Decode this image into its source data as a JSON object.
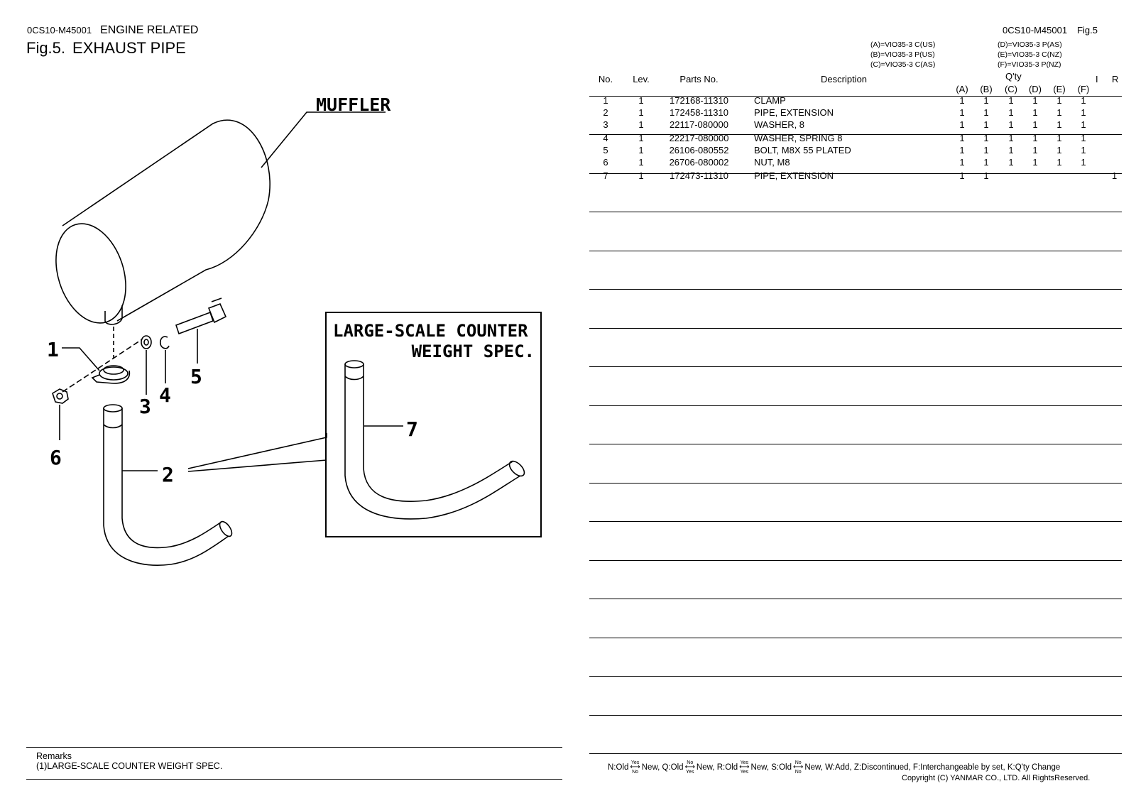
{
  "header": {
    "doc_code": "0CS10-M45001",
    "category": "ENGINE RELATED",
    "fig_no": "Fig.5.",
    "fig_title": "EXHAUST PIPE",
    "right_code": "0CS10-M45001",
    "right_fig": "Fig.5"
  },
  "models": {
    "left": [
      "(A)=VIO35-3 C(US)",
      "(B)=VIO35-3 P(US)",
      "(C)=VIO35-3 C(AS)"
    ],
    "right": [
      "(D)=VIO35-3 P(AS)",
      "(E)=VIO35-3 C(NZ)",
      "(F)=VIO35-3 P(NZ)"
    ]
  },
  "table": {
    "headers": {
      "no": "No.",
      "lev": "Lev.",
      "parts_no": "Parts No.",
      "description": "Description",
      "qty": "Q'ty",
      "qty_cols": [
        "(A)",
        "(B)",
        "(C)",
        "(D)",
        "(E)",
        "(F)"
      ],
      "i": "I",
      "r": "R"
    },
    "rows": [
      {
        "no": "1",
        "lev": "1",
        "parts_no": "172168-11310",
        "description": "CLAMP",
        "qty": [
          "1",
          "1",
          "1",
          "1",
          "1",
          "1"
        ],
        "i": "",
        "r": ""
      },
      {
        "no": "2",
        "lev": "1",
        "parts_no": "172458-11310",
        "description": "PIPE, EXTENSION",
        "qty": [
          "1",
          "1",
          "1",
          "1",
          "1",
          "1"
        ],
        "i": "",
        "r": ""
      },
      {
        "no": "3",
        "lev": "1",
        "parts_no": "22117-080000",
        "description": "WASHER,  8",
        "qty": [
          "1",
          "1",
          "1",
          "1",
          "1",
          "1"
        ],
        "i": "",
        "r": ""
      },
      {
        "no": "4",
        "lev": "1",
        "parts_no": "22217-080000",
        "description": "WASHER, SPRING  8",
        "qty": [
          "1",
          "1",
          "1",
          "1",
          "1",
          "1"
        ],
        "i": "",
        "r": ""
      },
      {
        "no": "5",
        "lev": "1",
        "parts_no": "26106-080552",
        "description": "BOLT, M8X 55 PLATED",
        "qty": [
          "1",
          "1",
          "1",
          "1",
          "1",
          "1"
        ],
        "i": "",
        "r": ""
      },
      {
        "no": "6",
        "lev": "1",
        "parts_no": "26706-080002",
        "description": "NUT, M8",
        "qty": [
          "1",
          "1",
          "1",
          "1",
          "1",
          "1"
        ],
        "i": "",
        "r": ""
      },
      {
        "no": "7",
        "lev": "1",
        "parts_no": "172473-11310",
        "description": "PIPE, EXTENSION",
        "qty": [
          "1",
          "1",
          "",
          "",
          "",
          ""
        ],
        "i": "",
        "r": "1"
      }
    ]
  },
  "diagram": {
    "muffler_label": "MUFFLER",
    "inset_title_1": "LARGE-SCALE COUNTER",
    "inset_title_2": "WEIGHT SPEC.",
    "callouts": [
      "1",
      "2",
      "3",
      "4",
      "5",
      "6",
      "7"
    ]
  },
  "remarks": {
    "label": "Remarks",
    "text": "(1)LARGE-SCALE COUNTER WEIGHT SPEC."
  },
  "legend_footer": {
    "n_prefix": "N:Old",
    "n_top": "Yes",
    "n_bottom": "No",
    "n_suffix": "New,",
    "q_prefix": "Q:Old",
    "q_top": "No",
    "q_bottom": "Yes",
    "q_suffix": "New,",
    "r_prefix": "R:Old",
    "r_top": "Yes",
    "r_bottom": "Yes",
    "r_suffix": "New,",
    "s_prefix": "S:Old",
    "s_top": "No",
    "s_bottom": "No",
    "s_suffix": "New,",
    "rest": "W:Add, Z:Discontinued, F:Interchangeable by set, K:Q'ty Change"
  },
  "copyright": "Copyright (C)  YANMAR CO., LTD. All RightsReserved."
}
